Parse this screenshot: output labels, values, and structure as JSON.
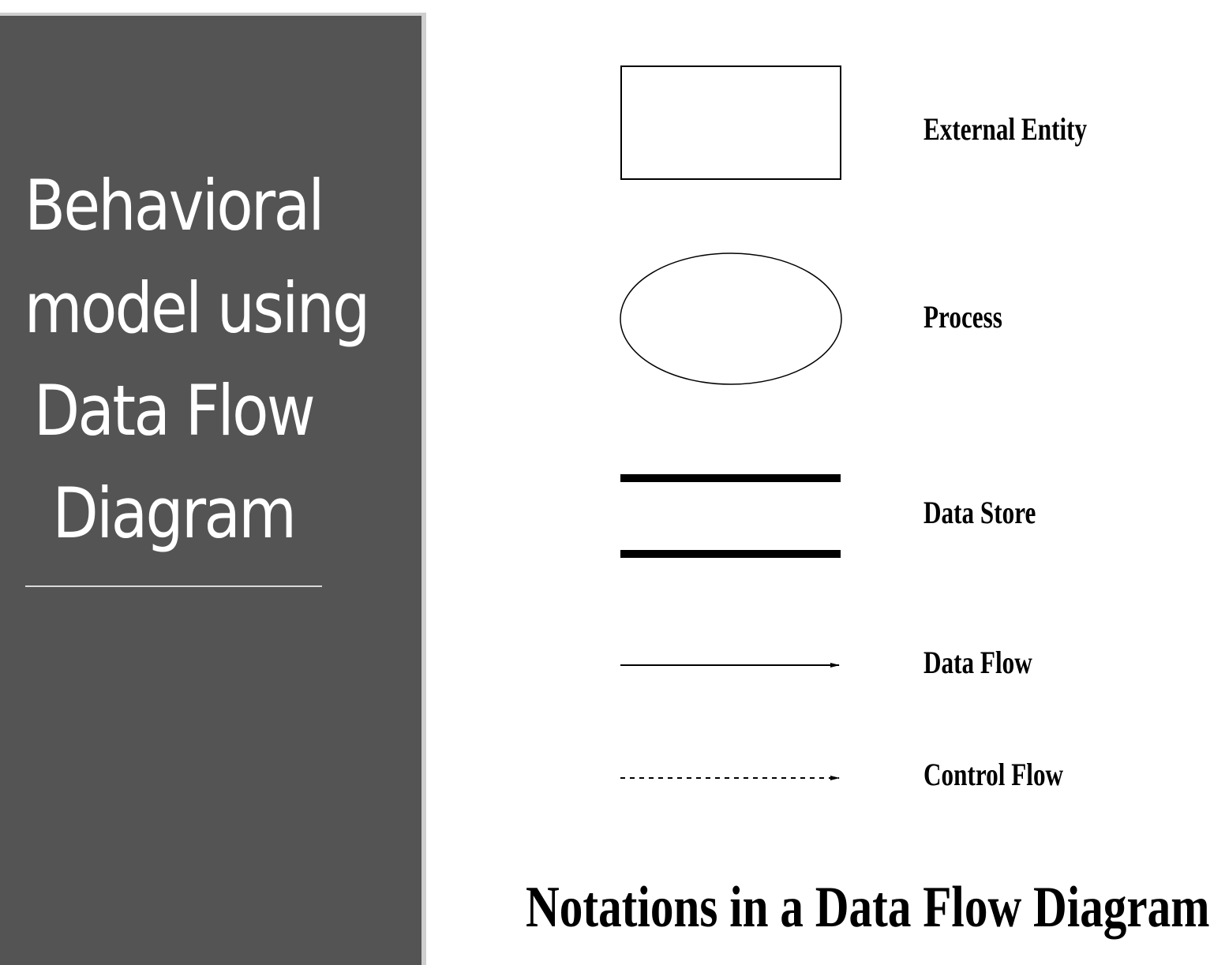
{
  "side_panel": {
    "title_lines": [
      "Behavioral",
      "model using",
      "Data Flow",
      "Diagram"
    ],
    "background_color": "#545454",
    "text_color": "#ffffff"
  },
  "notations": [
    {
      "symbol": "rectangle",
      "label": "External Entity"
    },
    {
      "symbol": "ellipse",
      "label": "Process"
    },
    {
      "symbol": "parallel-lines",
      "label": "Data Store"
    },
    {
      "symbol": "solid-arrow",
      "label": "Data Flow"
    },
    {
      "symbol": "dashed-arrow",
      "label": "Control Flow"
    }
  ],
  "caption": "Notations in a Data Flow Diagram"
}
